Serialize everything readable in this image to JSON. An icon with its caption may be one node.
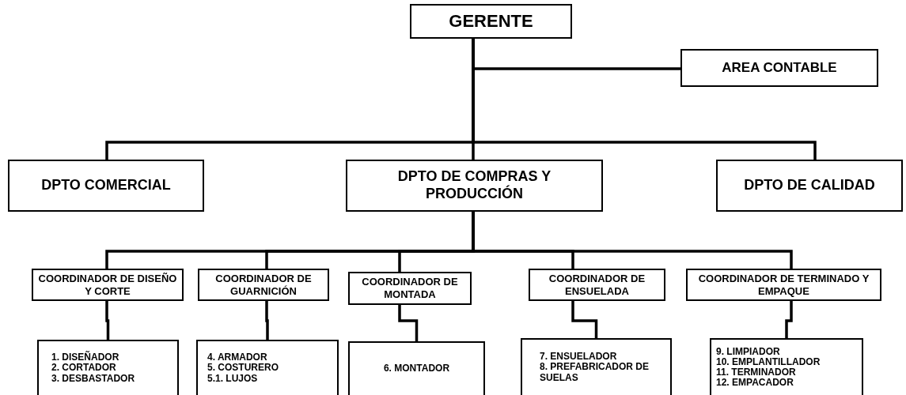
{
  "diagram": {
    "nodes": [
      {
        "text": [
          "GERENTE"
        ]
      },
      {
        "text": [
          "AREA CONTABLE"
        ]
      },
      {
        "text": [
          "DPTO COMERCIAL"
        ]
      },
      {
        "text": [
          "DPTO DE COMPRAS Y PRODUCCIÓN"
        ]
      },
      {
        "text": [
          "DPTO DE CALIDAD"
        ]
      },
      {
        "text": [
          "COORDINADOR DE DISEÑO Y CORTE"
        ]
      },
      {
        "text": [
          "COORDINADOR DE GUARNICIÓN"
        ]
      },
      {
        "text": [
          "COORDINADOR DE MONTADA"
        ]
      },
      {
        "text": [
          "COORDINADOR DE ENSUELADA"
        ]
      },
      {
        "text": [
          "COORDINADOR DE TERMINADO Y EMPAQUE"
        ]
      },
      {
        "text": [
          "1. DISEÑADOR",
          "2. CORTADOR",
          "3. DESBASTADOR"
        ]
      },
      {
        "text": [
          "4. ARMADOR",
          "5. COSTURERO",
          "5.1. LUJOS"
        ]
      },
      {
        "text": [
          "6. MONTADOR"
        ]
      },
      {
        "text": [
          "7. ENSUELADOR",
          "8. PREFABRICADOR DE SUELAS"
        ]
      },
      {
        "text": [
          "9. LIMPIADOR",
          "10. EMPLANTILLADOR",
          "11. TERMINADOR",
          "12. EMPACADOR"
        ]
      }
    ],
    "edges": [
      {
        "from": 0,
        "to": 1,
        "arrow": "none"
      },
      {
        "from": 0,
        "to": 2,
        "arrow": "none"
      },
      {
        "from": 0,
        "to": 3,
        "arrow": "none"
      },
      {
        "from": 0,
        "to": 4,
        "arrow": "none"
      },
      {
        "from": 3,
        "to": 5,
        "arrow": "none"
      },
      {
        "from": 3,
        "to": 6,
        "arrow": "none"
      },
      {
        "from": 3,
        "to": 7,
        "arrow": "none"
      },
      {
        "from": 3,
        "to": 8,
        "arrow": "none"
      },
      {
        "from": 3,
        "to": 9,
        "arrow": "none"
      },
      {
        "from": 5,
        "to": 10,
        "arrow": "none"
      },
      {
        "from": 6,
        "to": 11,
        "arrow": "none"
      },
      {
        "from": 7,
        "to": 12,
        "arrow": "none"
      },
      {
        "from": 8,
        "to": 13,
        "arrow": "none"
      },
      {
        "from": 9,
        "to": 14,
        "arrow": "none"
      }
    ]
  }
}
